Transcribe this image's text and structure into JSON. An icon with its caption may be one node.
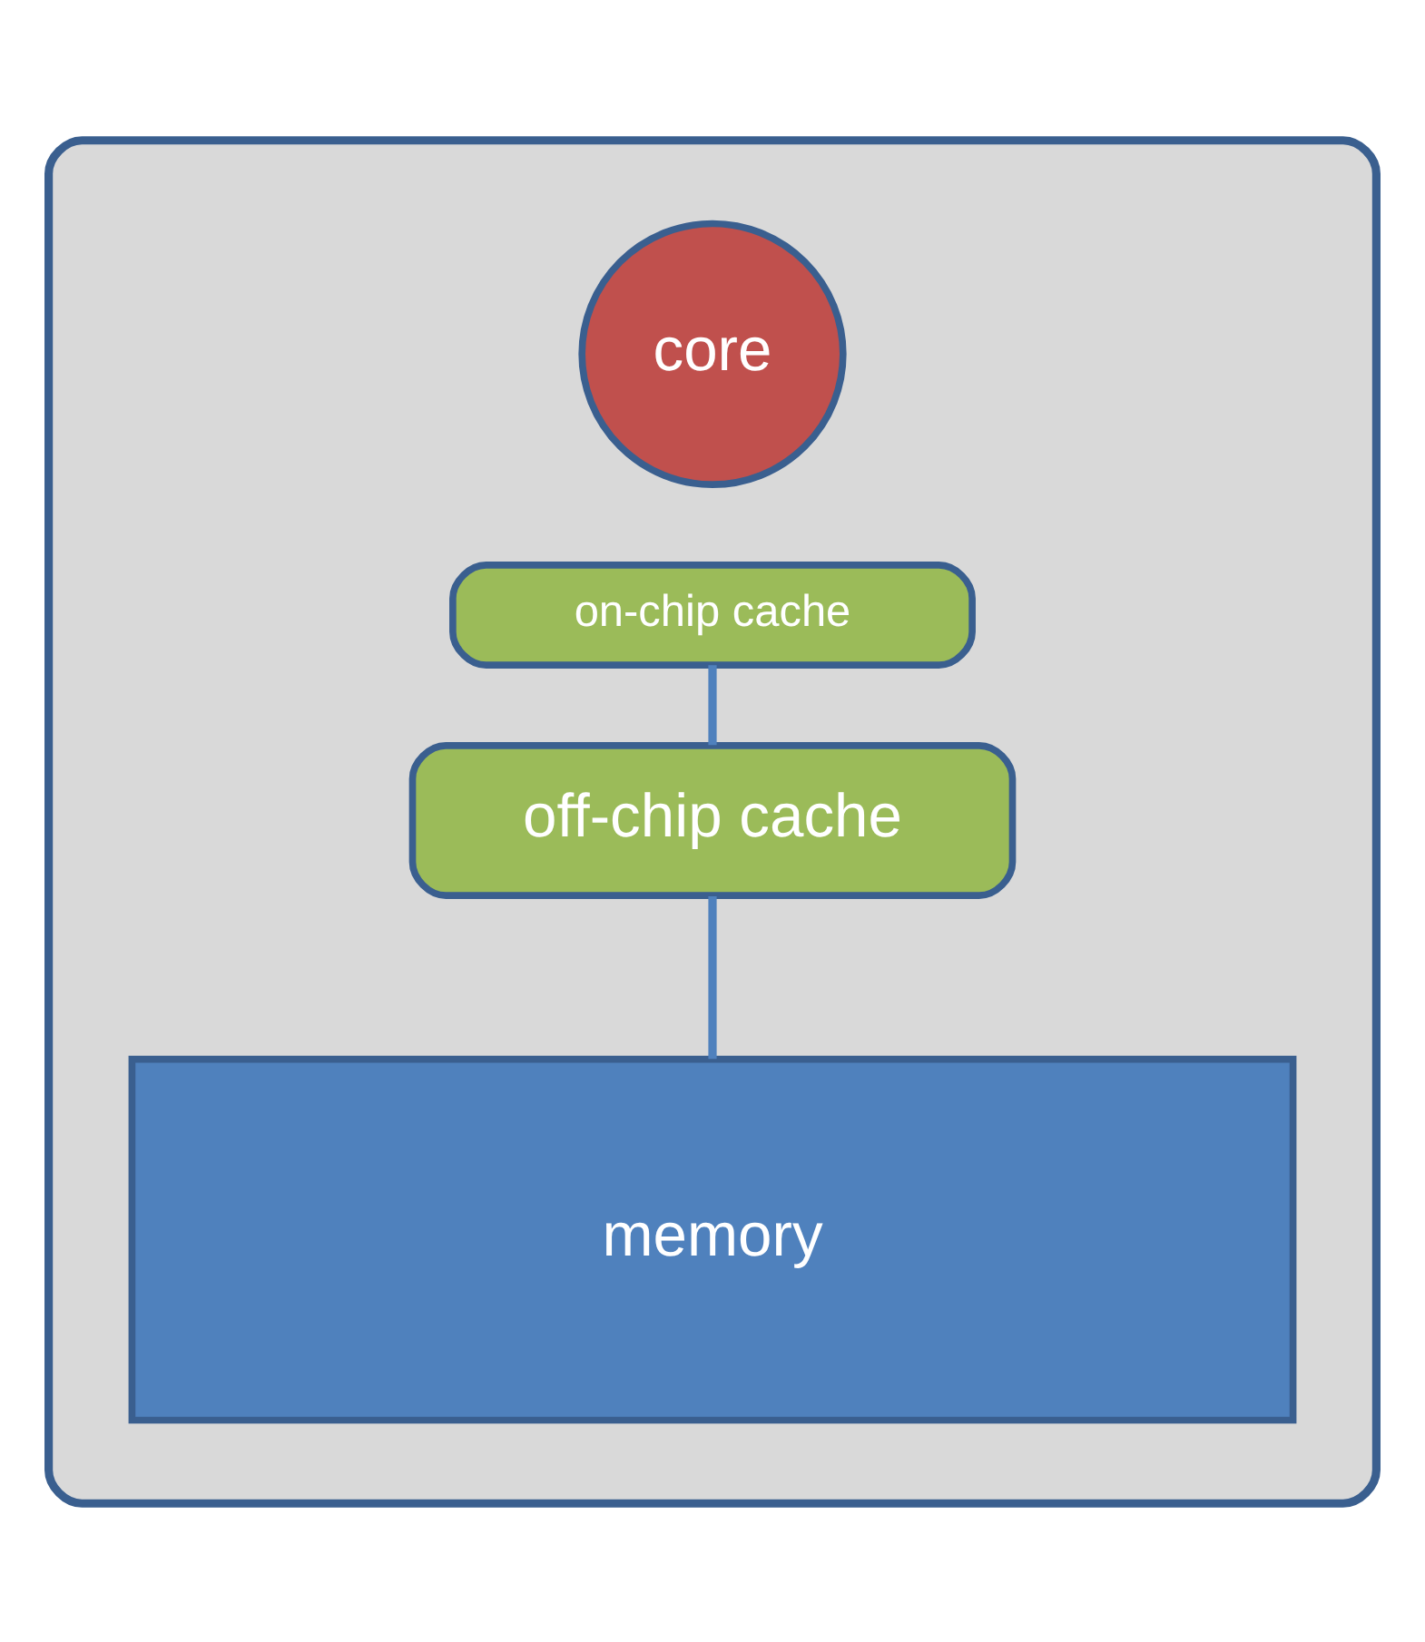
{
  "diagram": {
    "nodes": [
      {
        "text": [],
        "shape": "box"
      },
      {
        "text": [
          "core"
        ],
        "in": 0
      },
      {
        "text": [
          "on-chip cache"
        ],
        "in": 0
      },
      {
        "text": [
          "off-chip cache"
        ],
        "in": 0
      },
      {
        "text": [
          "memory"
        ],
        "in": 0
      }
    ],
    "edges": [
      {
        "from": 2,
        "to": 3,
        "arrow": "none"
      },
      {
        "from": 3,
        "to": 4,
        "arrow": "none"
      }
    ]
  }
}
